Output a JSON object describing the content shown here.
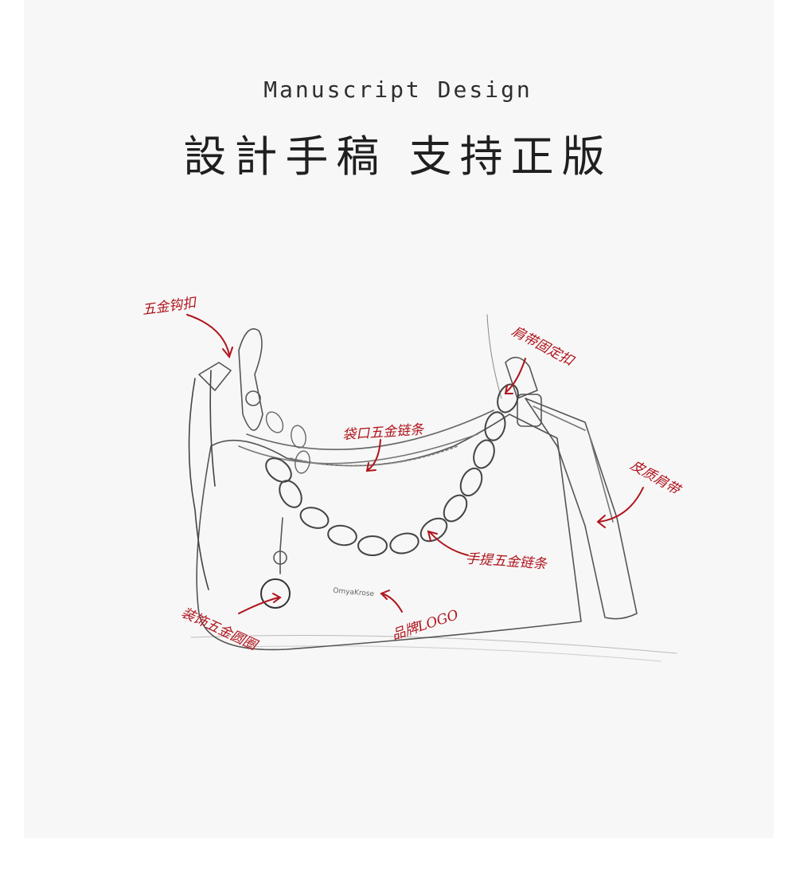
{
  "header": {
    "subtitle": "Manuscript Design",
    "title": "設計手稿 支持正版"
  },
  "bag": {
    "logo_text": "OmyaKrose"
  },
  "annotations": {
    "hook": "五金钩扣",
    "strap_fix": "肩带固定扣",
    "opening_chain": "袋口五金链条",
    "leather_strap": "皮质肩带",
    "handle_chain": "手提五金链条",
    "ornament_ring": "装饰五金圆圈",
    "brand_logo": "品牌LOGO"
  },
  "colors": {
    "background": "#f7f7f7",
    "annotation": "#b0141c",
    "ink": "#2e2e2e"
  }
}
